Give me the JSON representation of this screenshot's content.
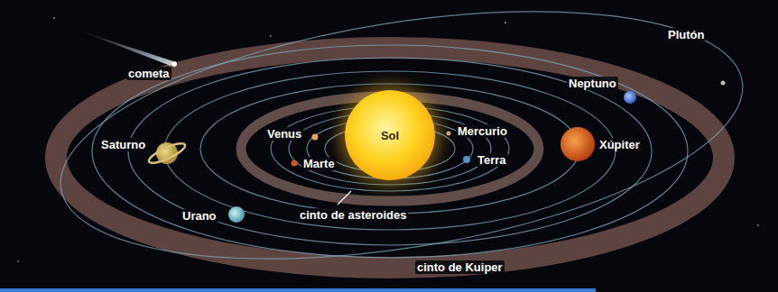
{
  "diagram": {
    "nodes": [
      {
        "text": [
          "Sol"
        ]
      }
    ],
    "labels": [
      "cometa",
      "Plutón",
      "Neptuno",
      "Saturno",
      "Venus",
      "Mercurio",
      "Marte",
      "Terra",
      "Xúpiter",
      "Urano",
      "cinto de asteroides",
      "cinto de Kuiper"
    ]
  }
}
